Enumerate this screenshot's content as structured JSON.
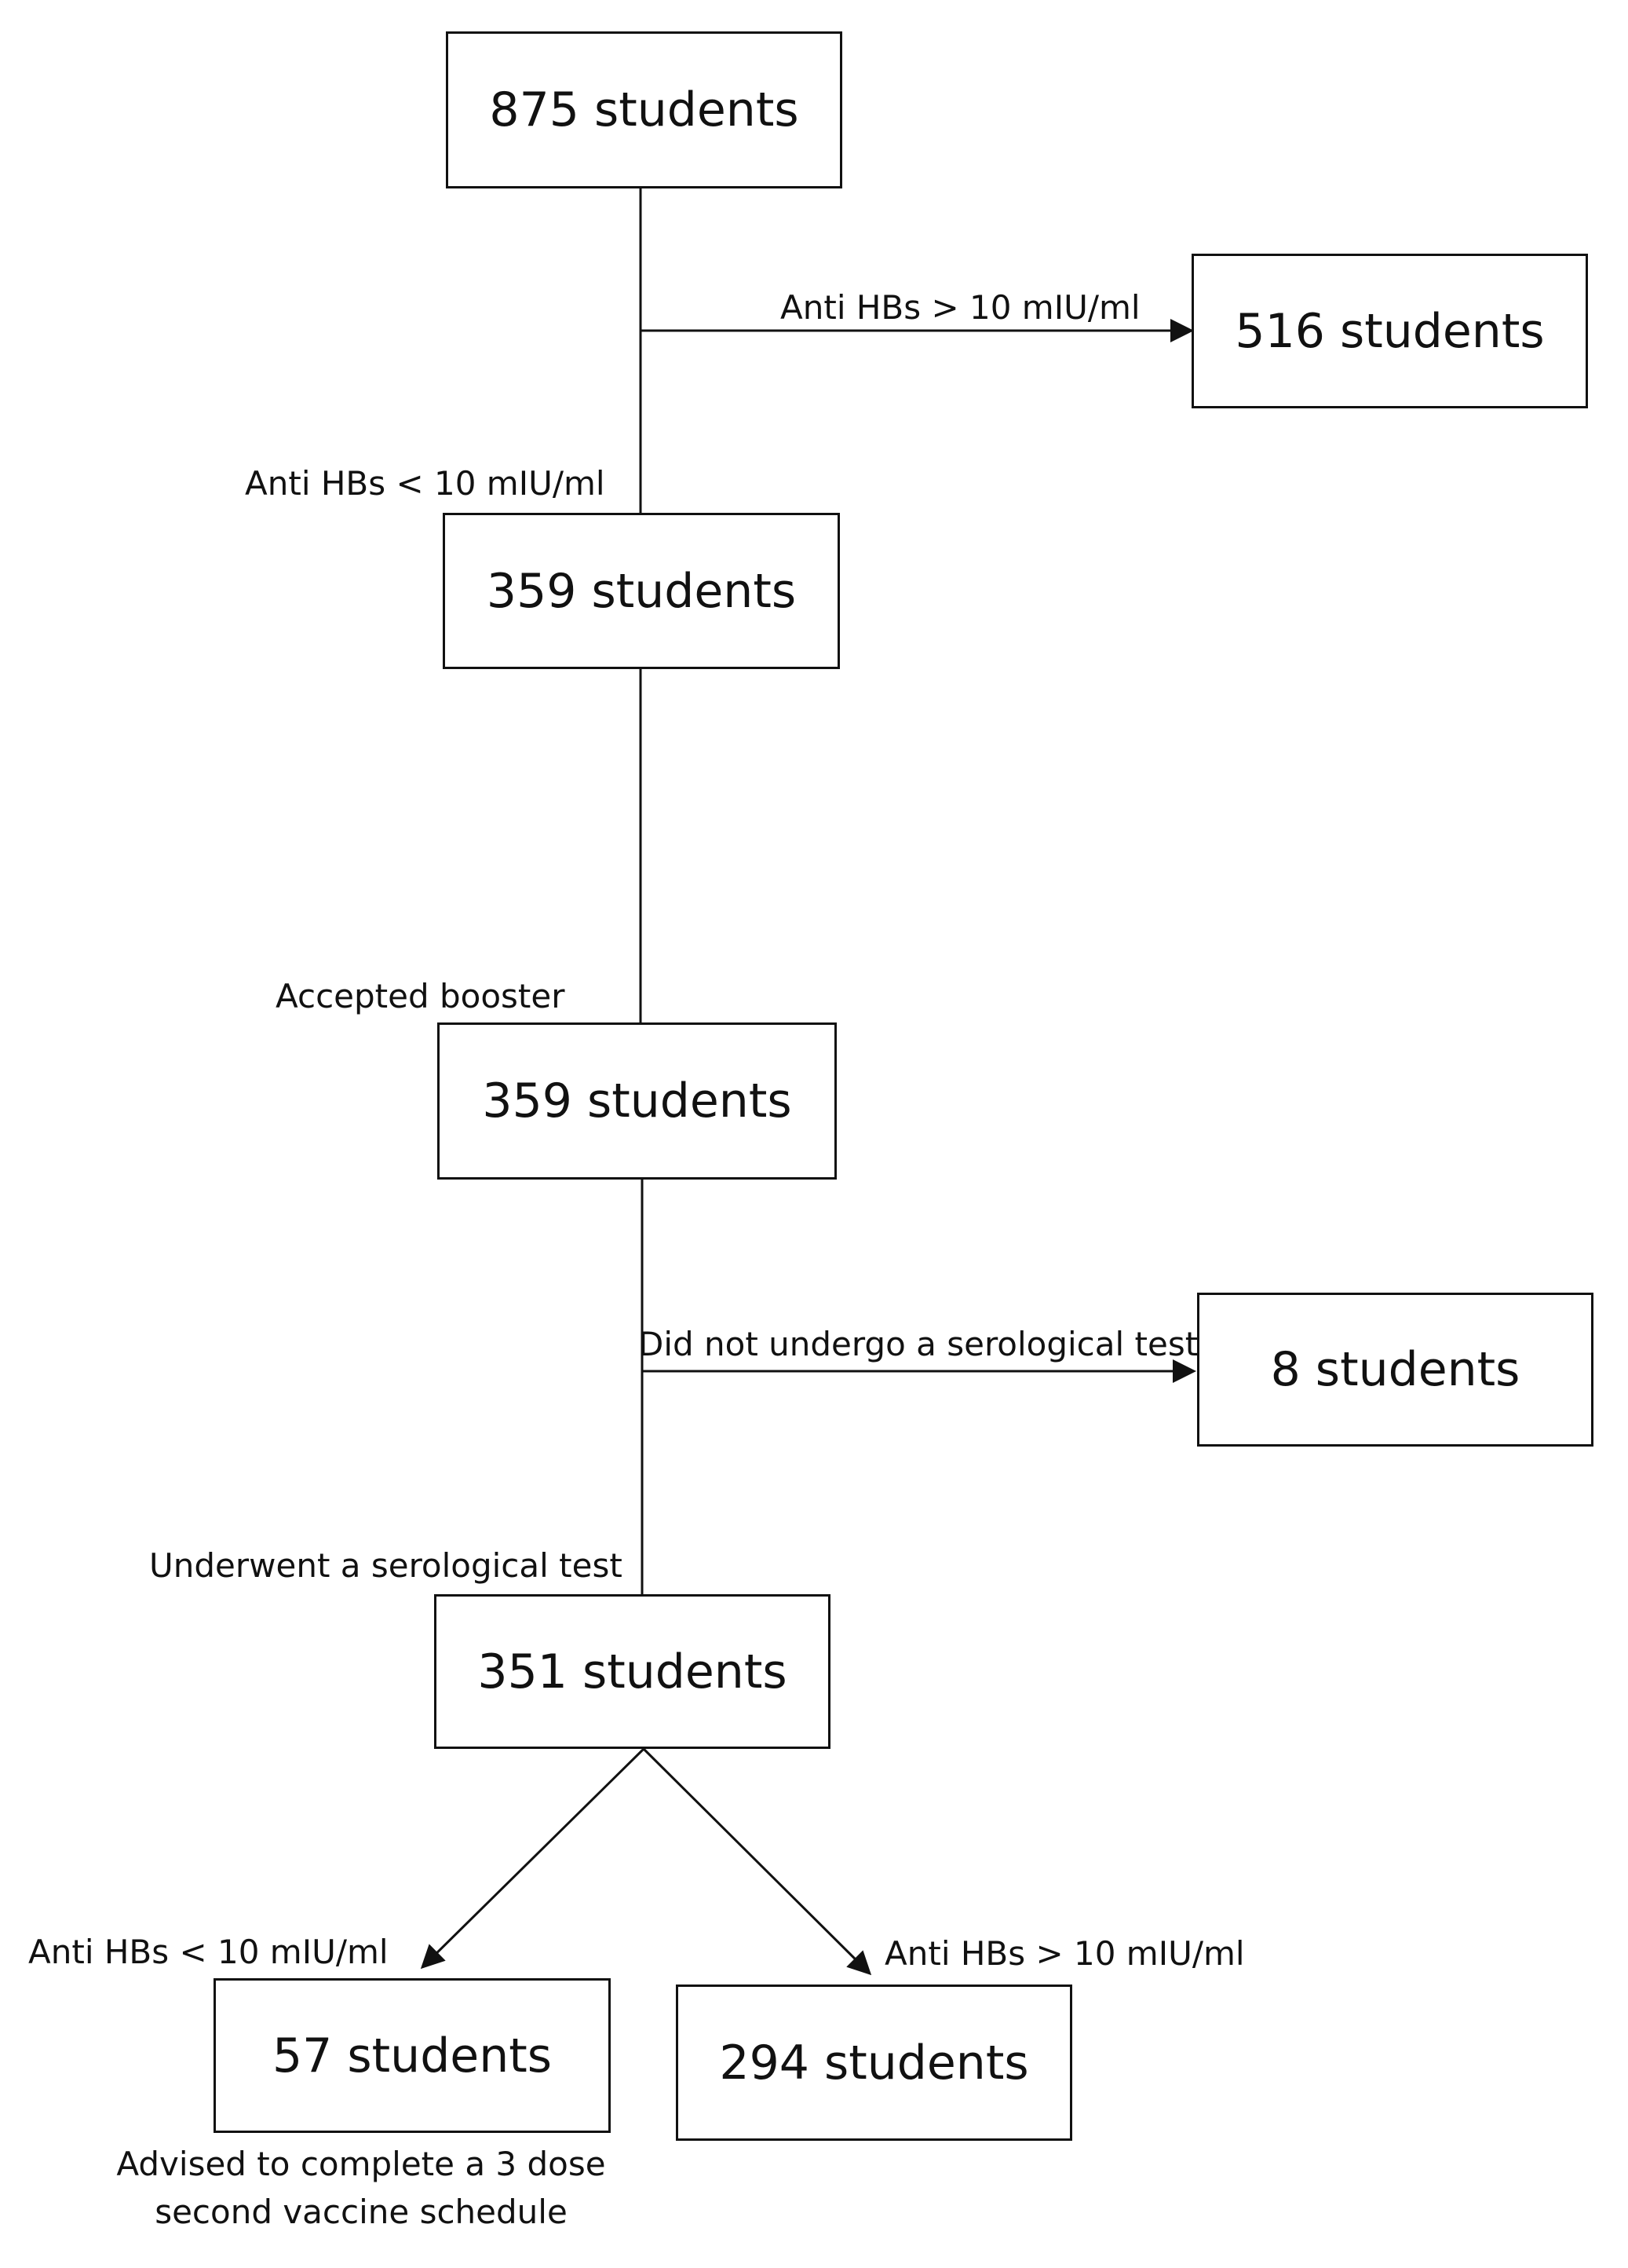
{
  "colors": {
    "line": "#111111",
    "box_border": "#111111",
    "background": "#ffffff"
  },
  "boxes": {
    "total": "875 students",
    "immune_initial": "516 students",
    "low_initial": "359 students",
    "booster": "359 students",
    "no_test": "8 students",
    "tested": "351 students",
    "low_after": "57 students",
    "immune_after": "294 students"
  },
  "labels": {
    "gt_initial": "Anti HBs > 10 mIU/ml",
    "lt_initial": "Anti HBs < 10 mIU/ml",
    "accepted_booster": "Accepted booster",
    "no_serology": "Did not undergo a serological test",
    "serology": "Underwent a serological test",
    "lt_after": "Anti HBs < 10 mIU/ml",
    "gt_after": "Anti HBs > 10 mIU/ml"
  },
  "notes": {
    "advice_line1": "Advised to complete a 3 dose",
    "advice_line2": "second vaccine schedule"
  }
}
